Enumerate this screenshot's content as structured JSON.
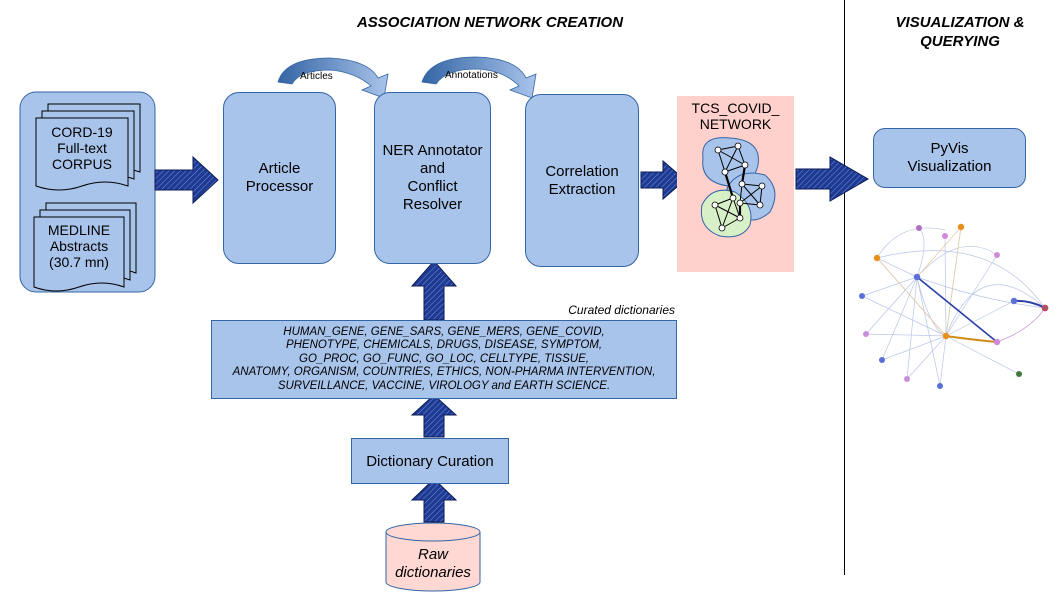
{
  "headings": {
    "association": "ASSOCIATION NETWORK CREATION",
    "visualization_line1": "VISUALIZATION &",
    "visualization_line2": "QUERYING"
  },
  "sources": {
    "cord": [
      "CORD-19",
      "Full-text",
      "CORPUS"
    ],
    "medline": [
      "MEDLINE",
      "Abstracts",
      "(30.7 mn)"
    ]
  },
  "boxes": {
    "article_processor": [
      "Article",
      "Processor"
    ],
    "ner": [
      "NER Annotator",
      "and",
      "Conflict",
      "Resolver"
    ],
    "correlation": [
      "Correlation",
      "Extraction"
    ],
    "pyvis": [
      "PyVis",
      "Visualization"
    ]
  },
  "curved_arrows": {
    "articles": "Articles",
    "annotations": "Annotations"
  },
  "network": {
    "title_line1": "TCS_COVID_",
    "title_line2": "NETWORK"
  },
  "dictionaries": {
    "caption": "Curated dictionaries",
    "lines": [
      "HUMAN_GENE, GENE_SARS, GENE_MERS, GENE_COVID,",
      "PHENOTYPE, CHEMICALS, DRUGS, DISEASE, SYMPTOM,",
      "GO_PROC, GO_FUNC, GO_LOC, CELLTYPE, TISSUE,",
      "ANATOMY, ORGANISM, COUNTRIES, ETHICS, NON-PHARMA INTERVENTION,",
      "SURVEILLANCE, VACCINE, VIROLOGY and EARTH SCIENCE."
    ]
  },
  "curation": {
    "label": "Dictionary Curation"
  },
  "raw": {
    "lines": [
      "Raw",
      "dictionaries"
    ]
  },
  "colors": {
    "box_fill": "#a9c4eb",
    "box_border": "#3465a4",
    "arrow_fill": "#1f3a93",
    "network_bg": "#ffd0cc",
    "raw_fill": "#ffd7d3"
  }
}
